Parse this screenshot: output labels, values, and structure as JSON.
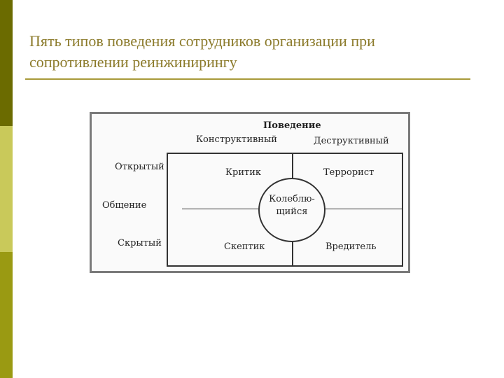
{
  "slide": {
    "title": "Пять типов поведения сотрудников организации при сопротивлении реинжинирингу"
  },
  "diagram": {
    "top_header": "Поведение",
    "col_constructive": "Конструктивный",
    "col_destructive": "Деструктивный",
    "row_axis": "Общение",
    "row_open": "Открытый",
    "row_hidden": "Скрытый",
    "cell_critic": "Критик",
    "cell_terrorist": "Террорист",
    "cell_skeptic": "Скептик",
    "cell_saboteur": "Вредитель",
    "center_line1": "Колеблю-",
    "center_line2": "щийся"
  }
}
